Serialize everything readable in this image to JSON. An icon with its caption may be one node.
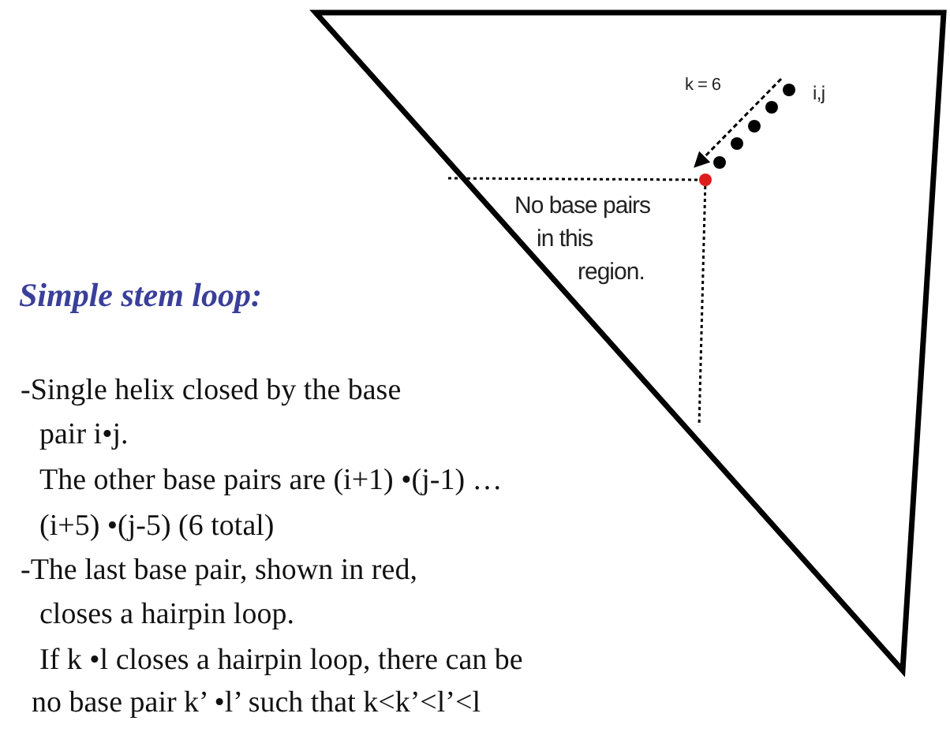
{
  "diagram": {
    "title": "Simple stem loop:",
    "labels": [
      "k = 6",
      "i,j",
      "No base pairs in this region.",
      "-Single helix closed by the base",
      "pair i•j.",
      "The other base pairs are (i+1) •(j-1) …",
      "(i+5) •(j-5) (6 total)",
      "-The last base pair, shown in red,",
      "closes a hairpin loop.",
      "If k •l closes a hairpin loop, there can be",
      "no base pair k’ •l’ such that k<k’<l’<l"
    ]
  }
}
